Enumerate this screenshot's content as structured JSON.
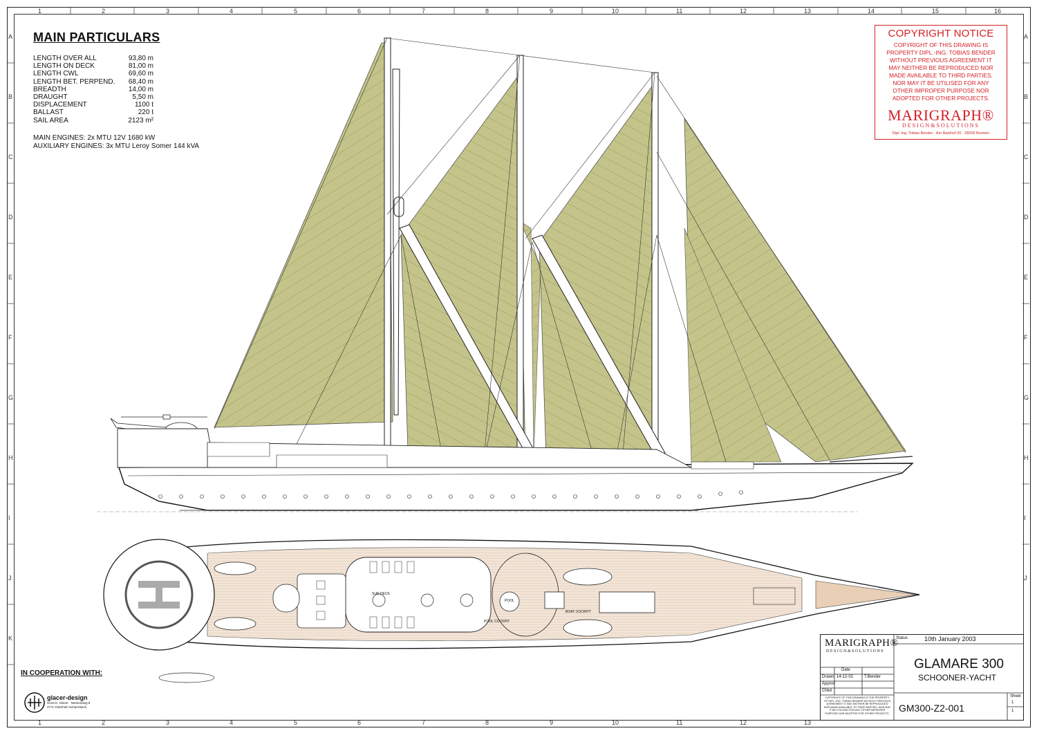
{
  "particulars": {
    "title": "MAIN PARTICULARS",
    "rows": [
      {
        "label": "LENGTH OVER ALL",
        "value": "93,80 m"
      },
      {
        "label": "LENGTH ON DECK",
        "value": "81,00 m"
      },
      {
        "label": "LENGTH CWL",
        "value": "69,60 m"
      },
      {
        "label": "LENGTH BET. PERPEND.",
        "value": "68,40 m"
      },
      {
        "label": "BREADTH",
        "value": "14,00 m"
      },
      {
        "label": "DRAUGHT",
        "value": "5,50 m"
      },
      {
        "label": "DISPLACEMENT",
        "value": "1100 t"
      },
      {
        "label": "BALLAST",
        "value": "220 t"
      },
      {
        "label": "SAIL AREA",
        "value": "2123 m²"
      }
    ],
    "main_engines": "MAIN ENGINES: 2x MTU 12V 1680 kW",
    "aux_engines": "AUXILIARY ENGINES: 3x MTU Leroy Somer 144 kVA"
  },
  "copyright": {
    "title": "COPYRIGHT NOTICE",
    "lines": [
      "COPYRIGHT OF THIS DRAWING IS",
      "PROPERTY DIPL.-ING. TOBIAS BENDER",
      "WITHOUT PREVIOUS AGREEMENT IT",
      "MAY NEITHER BE REPRODUCED NOR",
      "MADE AVAILABLE TO THIRD PARTIES,",
      "NOR MAY IT BE UTILISED FOR ANY",
      "OTHER IMPROPER PURPOSE NOR",
      "ADOPTED FOR OTHER PROJECTS."
    ],
    "brand": "MARIGRAPH®",
    "brand_sub": "DESIGN&SOLUTIONS",
    "address": "Dipl.-Ing. Tobias Bender · Am Barkhof 20 · 28209 Bremen"
  },
  "cooperation": {
    "label": "IN COOPERATION WITH:",
    "name": "glacer-design",
    "address1": "Horst E. Glacer · Nansenweg 8",
    "address2": "2771 Osterholz-Scharmbeck"
  },
  "grid": {
    "columns": [
      "1",
      "2",
      "3",
      "4",
      "5",
      "6",
      "7",
      "8",
      "9",
      "10",
      "11",
      "12",
      "13",
      "14",
      "15",
      "16"
    ],
    "rows": [
      "A",
      "B",
      "C",
      "D",
      "E",
      "F",
      "G",
      "H",
      "I",
      "J",
      "K"
    ]
  },
  "titleblock": {
    "brand": "MARIGRAPH®",
    "brand_sub": "DESIGN&SOLUTIONS",
    "status_label": "Status",
    "status_value": "10th January 2003",
    "date_label": "Date",
    "drawn_label": "Drawn",
    "drawn_date": "14-12-02",
    "drawn_by": "T.Bender",
    "approv_label": "Approv",
    "chkd_label": "Chkd",
    "project": "GLAMARE 300",
    "type": "SCHOONER-YACHT",
    "drawing_no": "GM300-Z2-001",
    "sheet_label": "Sheet",
    "sheet_num": "1",
    "sheet_of": "1",
    "copyright_small": "COPYRIGHT OF THIS DRAWING IS THE PROPERTY OF DIPL.-ING. TOBIAS BENDER WITHOUT PREVIOUS AGREEMENT IT MAY NEITHER BE REPRODUCED NOR MADE AVAILABLE TO THIRD PARTIES, NOR MAY IT BE UTILIZED FOR ANY OTHER IMPROPER PURPOSE NOR ADOPTED FOR OTHER PROJECTS."
  },
  "plan_labels": {
    "sun_deck": "SUN DECK",
    "pool_cockpit": "POOL COCKPIT",
    "boat_cockpit": "BOAT COCKPIT",
    "pool": "POOL"
  },
  "colors": {
    "sail": "#c4c48a",
    "sail_line": "#7d7d48",
    "copyright_red": "#d42026",
    "deck_wood": "#f2e4d6"
  }
}
